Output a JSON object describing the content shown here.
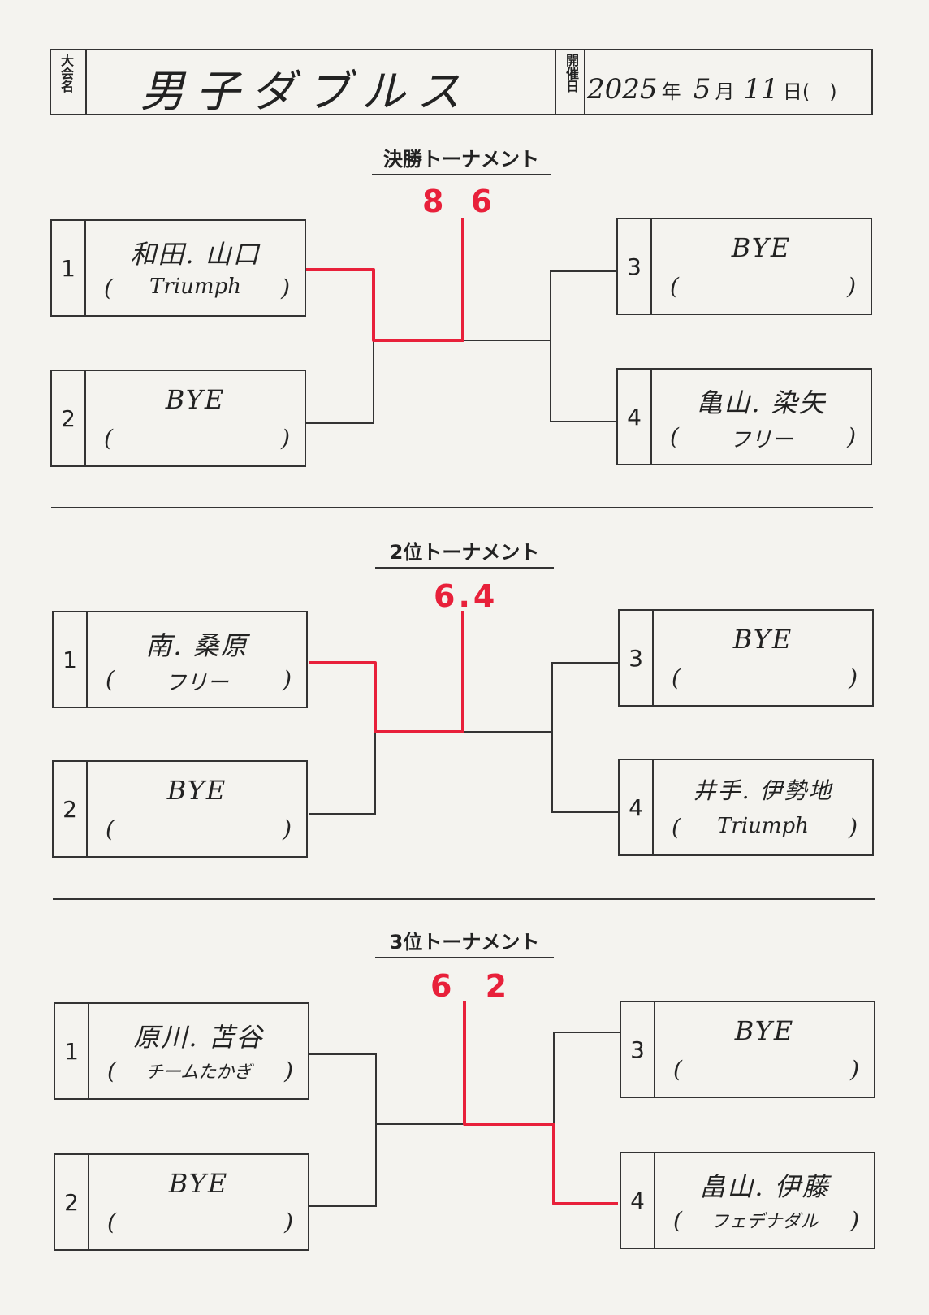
{
  "header": {
    "event_label": "大会名",
    "event_name": "男子ダブルス",
    "date_label": "開催日",
    "date_year": "2025",
    "year_char": "年",
    "date_month": "5",
    "month_char": "月",
    "date_day": "11",
    "day_char": "日(　)"
  },
  "sections": [
    {
      "title": "決勝トーナメント",
      "score": "8 6",
      "teams": [
        {
          "seed": "1",
          "names": "和田. 山口",
          "club": "Triumph"
        },
        {
          "seed": "2",
          "names": "BYE",
          "club": ""
        },
        {
          "seed": "3",
          "names": "BYE",
          "club": ""
        },
        {
          "seed": "4",
          "names": "亀山. 染矢",
          "club": "フリー"
        }
      ]
    },
    {
      "title": "2位トーナメント",
      "score": "6.4",
      "teams": [
        {
          "seed": "1",
          "names": "南. 桑原",
          "club": "フリー"
        },
        {
          "seed": "2",
          "names": "BYE",
          "club": ""
        },
        {
          "seed": "3",
          "names": "BYE",
          "club": ""
        },
        {
          "seed": "4",
          "names": "井手. 伊勢地",
          "club": "Triumph"
        }
      ]
    },
    {
      "title": "3位トーナメント",
      "score": "6 2",
      "teams": [
        {
          "seed": "1",
          "names": "原川. 苫谷",
          "club": "チームたかぎ"
        },
        {
          "seed": "2",
          "names": "BYE",
          "club": ""
        },
        {
          "seed": "3",
          "names": "BYE",
          "club": ""
        },
        {
          "seed": "4",
          "names": "畠山. 伊藤",
          "club": "フェデナダル"
        }
      ]
    }
  ],
  "paren_open": "(",
  "paren_close": ")",
  "colors": {
    "ink": "#333333",
    "winner_line": "#e8203a",
    "paper": "#f4f3ef"
  }
}
